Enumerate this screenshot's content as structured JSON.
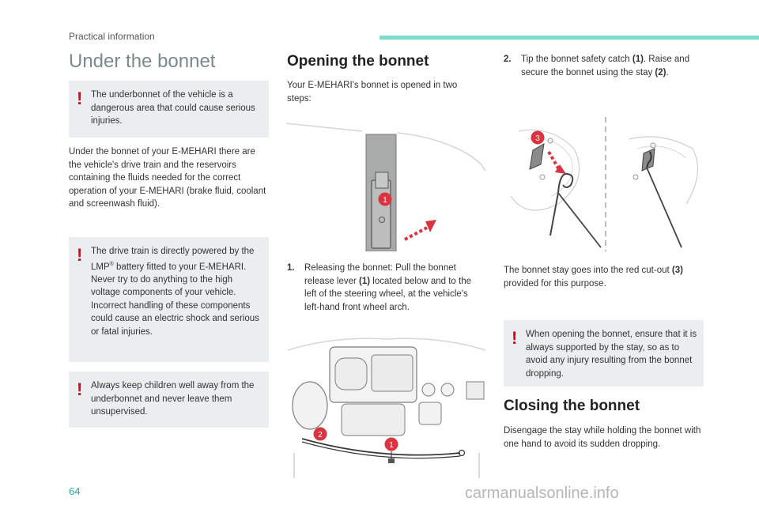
{
  "header": {
    "section": "Practical information",
    "accent_color": "#7ddccc"
  },
  "left": {
    "title": "Under the bonnet",
    "warning1": "The underbonnet of the vehicle is a dangerous area that could cause serious injuries.",
    "body": "Under the bonnet of your E-MEHARI there are the vehicle's drive train and the reservoirs containing the fluids needed for the correct operation of your E-MEHARI (brake fluid, coolant and screenwash fluid).",
    "warning2_part1": "The drive train is directly powered by the LMP",
    "warning2_reg": "®",
    "warning2_part2": " battery fitted to your E-MEHARI. Never try to do anything to the high voltage components of your vehicle. Incorrect handling of these components could cause an electric shock and serious or fatal injuries.",
    "warning3": "Always keep children well away from the underbonnet and never leave them unsupervised."
  },
  "middle": {
    "title": "Opening the bonnet",
    "intro": "Your E-MEHARI's bonnet is opened in two steps:",
    "step1_num": "1.",
    "step1_a": "Releasing the bonnet: Pull the bonnet release lever ",
    "step1_ref": "(1)",
    "step1_b": " located below and to the left of the steering wheel, at the vehicle's left-hand front wheel arch.",
    "callout_1": "1",
    "callout_2": "2"
  },
  "right": {
    "step2_num": "2.",
    "step2_a": "Tip the bonnet safety catch ",
    "step2_ref1": "(1)",
    "step2_b": ". Raise and secure the bonnet using the stay ",
    "step2_ref2": "(2)",
    "step2_c": ".",
    "callout_3": "3",
    "stay_a": "The bonnet stay goes into the red cut-out ",
    "stay_ref": "(3)",
    "stay_b": " provided for this purpose.",
    "warning4": "When opening the bonnet, ensure that it is always supported by the stay, so as to avoid any injury resulting from the bonnet dropping.",
    "closing_title": "Closing the bonnet",
    "closing_body": "Disengage the stay while holding the bonnet with one hand to avoid its sudden dropping."
  },
  "footer": {
    "page_number": "64",
    "watermark": "carmanualsonline.info"
  },
  "colors": {
    "warning_bg": "#ebeeee",
    "warning_mark": "#e2001a",
    "callout": "#d9343f"
  }
}
